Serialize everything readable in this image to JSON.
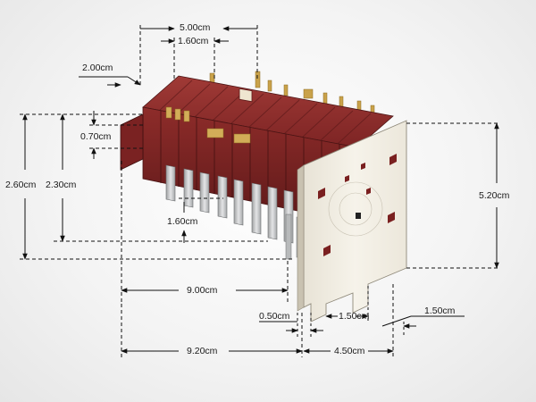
{
  "dimensions": {
    "top_width": "5.00cm",
    "top_inner": "1.60cm",
    "top_offset": "2.00cm",
    "height_outer": "2.60cm",
    "height_inner": "2.30cm",
    "tab_height": "0.70cm",
    "pin_length": "1.60cm",
    "body_length": "9.00cm",
    "plate_height": "5.20cm",
    "plate_thickness": "0.50cm",
    "tab_gap": "1.50cm",
    "tab_right": "1.50cm",
    "overall_length": "9.20cm",
    "plate_width": "4.50cm"
  },
  "colors": {
    "housing": "#8a2a2a",
    "housing_dark": "#6a1c1c",
    "plate": "#f1ede2",
    "terminal": "#c8c9c9",
    "brass": "#c9a24a",
    "dim_line": "#111111"
  }
}
